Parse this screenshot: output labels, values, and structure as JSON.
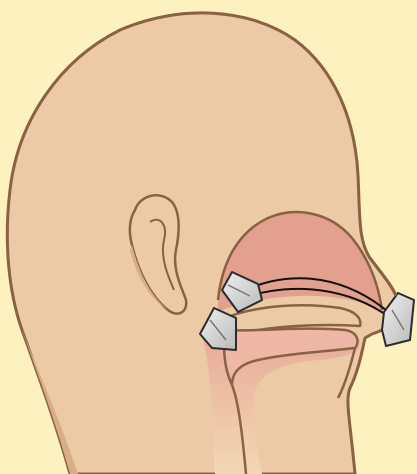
{
  "colors": {
    "background": "#fdf1bf",
    "skin": "#eccaa5",
    "skin_outline": "#8a6142",
    "skin_shadow": "#d9ad86",
    "cavity": "#e3a08f",
    "cavity_light": "#efb8a6",
    "throat_gradient_top": "#e8aa98",
    "throat_gradient_bottom": "#f3d8b4",
    "pack": "#d8d8d8",
    "pack_outline": "#2c2c2c",
    "string": "#111111"
  },
  "icons": [
    "head-profile",
    "ear",
    "nasal-cavity",
    "oral-cavity",
    "posterior-nasal-pack",
    "anterior-nasal-pack",
    "pack-strings"
  ]
}
